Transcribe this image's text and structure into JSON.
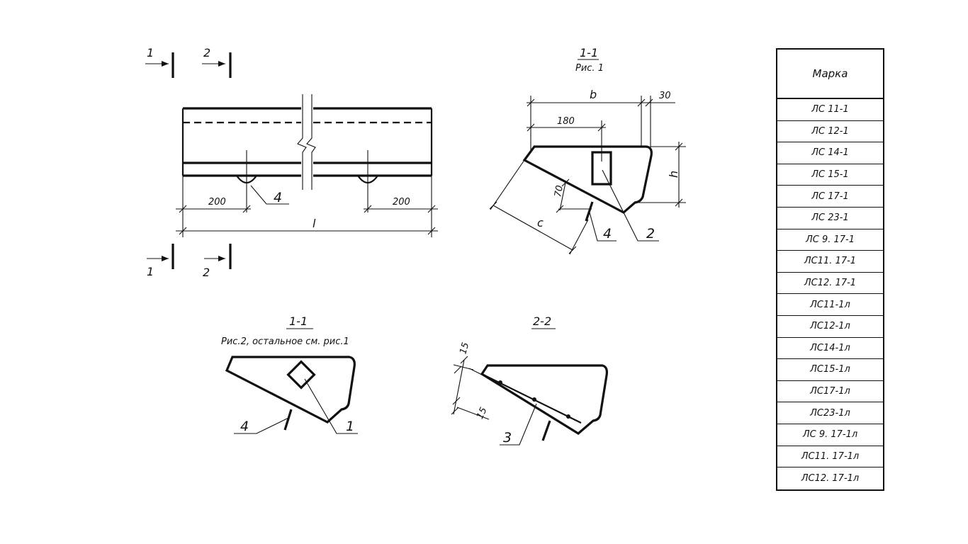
{
  "view_top": {
    "section_mark_1": "1",
    "section_mark_2": "2",
    "dim_left": "200",
    "dim_right": "200",
    "dim_length": "l",
    "callout_4": "4"
  },
  "section_1_fig1": {
    "title": "1-1",
    "subtitle": "Рис. 1",
    "dim_b": "b",
    "dim_30": "30",
    "dim_180": "180",
    "dim_h": "h",
    "dim_70": "70",
    "dim_c": "c",
    "callout_4": "4",
    "callout_2": "2"
  },
  "section_1_fig2": {
    "title": "1-1",
    "subtitle": "Рис.2, остальное см. рис.1",
    "callout_4": "4",
    "callout_1": "1"
  },
  "section_2": {
    "title": "2-2",
    "dim_15_a": "15",
    "dim_15_b": "15",
    "callout_3": "3"
  },
  "marka_table": {
    "header": "Марка",
    "rows": [
      "ЛС 11-1",
      "ЛС 12-1",
      "ЛС 14-1",
      "ЛС 15-1",
      "ЛС 17-1",
      "ЛС 23-1",
      "ЛС 9. 17-1",
      "ЛС11. 17-1",
      "ЛС12. 17-1",
      "ЛС11-1л",
      "ЛС12-1л",
      "ЛС14-1л",
      "ЛС15-1л",
      "ЛС17-1л",
      "ЛС23-1л",
      "ЛС 9. 17-1л",
      "ЛС11. 17-1л",
      "ЛС12. 17-1л"
    ]
  }
}
